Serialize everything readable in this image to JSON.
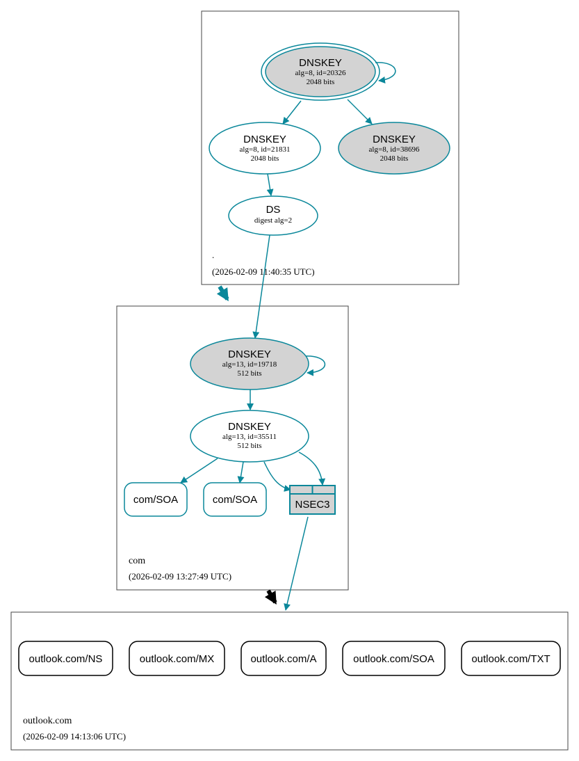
{
  "colors": {
    "edge": "#0a879a",
    "black": "#000000",
    "node_fill_gray": "#d3d3d3",
    "node_fill_white": "#ffffff",
    "zone_border": "#444444"
  },
  "zones": {
    "root": {
      "name": ".",
      "timestamp": "(2026-02-09 11:40:35 UTC)"
    },
    "com": {
      "name": "com",
      "timestamp": "(2026-02-09 13:27:49 UTC)"
    },
    "outlook": {
      "name": "outlook.com",
      "timestamp": "(2026-02-09 14:13:06 UTC)"
    }
  },
  "nodes": {
    "root_ksk": {
      "title": "DNSKEY",
      "line1": "alg=8, id=20326",
      "line2": "2048 bits"
    },
    "root_zsk1": {
      "title": "DNSKEY",
      "line1": "alg=8, id=21831",
      "line2": "2048 bits"
    },
    "root_zsk2": {
      "title": "DNSKEY",
      "line1": "alg=8, id=38696",
      "line2": "2048 bits"
    },
    "root_ds": {
      "title": "DS",
      "line1": "digest alg=2"
    },
    "com_ksk": {
      "title": "DNSKEY",
      "line1": "alg=13, id=19718",
      "line2": "512 bits"
    },
    "com_zsk": {
      "title": "DNSKEY",
      "line1": "alg=13, id=35511",
      "line2": "512 bits"
    },
    "com_soa1": {
      "label": "com/SOA"
    },
    "com_soa2": {
      "label": "com/SOA"
    },
    "com_nsec3": {
      "label": "NSEC3"
    },
    "outlook_ns": {
      "label": "outlook.com/NS"
    },
    "outlook_mx": {
      "label": "outlook.com/MX"
    },
    "outlook_a": {
      "label": "outlook.com/A"
    },
    "outlook_soa": {
      "label": "outlook.com/SOA"
    },
    "outlook_txt": {
      "label": "outlook.com/TXT"
    }
  }
}
